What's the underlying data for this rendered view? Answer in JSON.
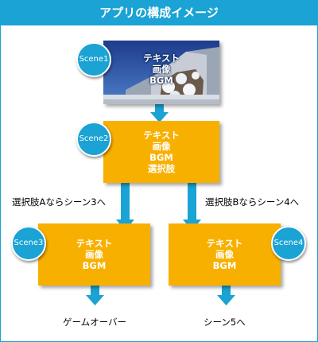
{
  "title": "アプリの構成イメージ",
  "colors": {
    "accent": "#1aa3d4",
    "box": "#f8b000"
  },
  "scenes": [
    {
      "badge": "Scene1",
      "lines": [
        "テキスト",
        "画像",
        "BGM"
      ]
    },
    {
      "badge": "Scene2",
      "lines": [
        "テキスト",
        "画像",
        "BGM",
        "選択肢"
      ]
    },
    {
      "badge": "Scene3",
      "lines": [
        "テキスト",
        "画像",
        "BGM"
      ]
    },
    {
      "badge": "Scene4",
      "lines": [
        "テキスト",
        "画像",
        "BGM"
      ]
    }
  ],
  "branch_labels": [
    "選択肢Aならシーン3へ",
    "選択肢Bならシーン4へ"
  ],
  "outcomes": [
    "ゲームオーバー",
    "シーン5へ"
  ]
}
